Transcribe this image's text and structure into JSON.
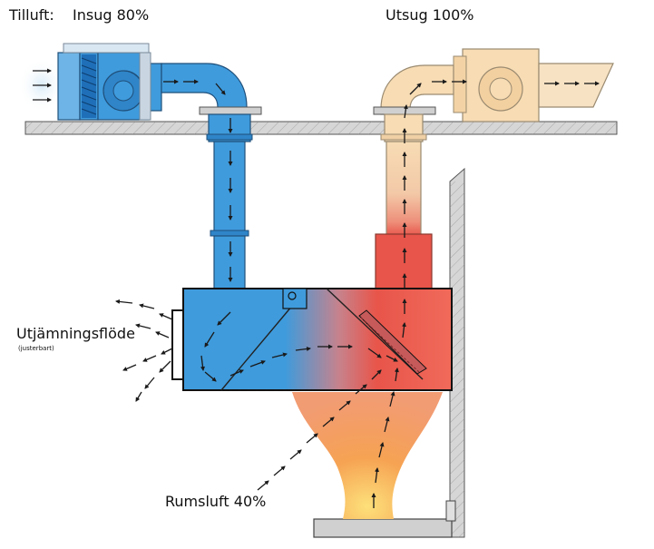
{
  "labels": {
    "supply_prefix": "Tilluft:",
    "supply_intake": "Insug 80%",
    "exhaust": "Utsug 100%",
    "equalization": "Utjämningsflöde",
    "equalization_note": "(justerbart)",
    "room_air": "Rumsluft 40%"
  },
  "colors": {
    "supply_blue": "#3f9bdc",
    "supply_dark_blue": "#1f6fb8",
    "exhaust_beige": "#f7dcb4",
    "exhaust_red": "#e8554a",
    "heat_orange": "#f39a4c",
    "heat_yellow": "#fde07a",
    "structure_gray": "#c9c9c9",
    "arrow_dark": "#1a1a1a"
  },
  "icons": [
    "supply-fan-icon",
    "exhaust-fan-icon",
    "filter-icon",
    "arrow-icon"
  ]
}
